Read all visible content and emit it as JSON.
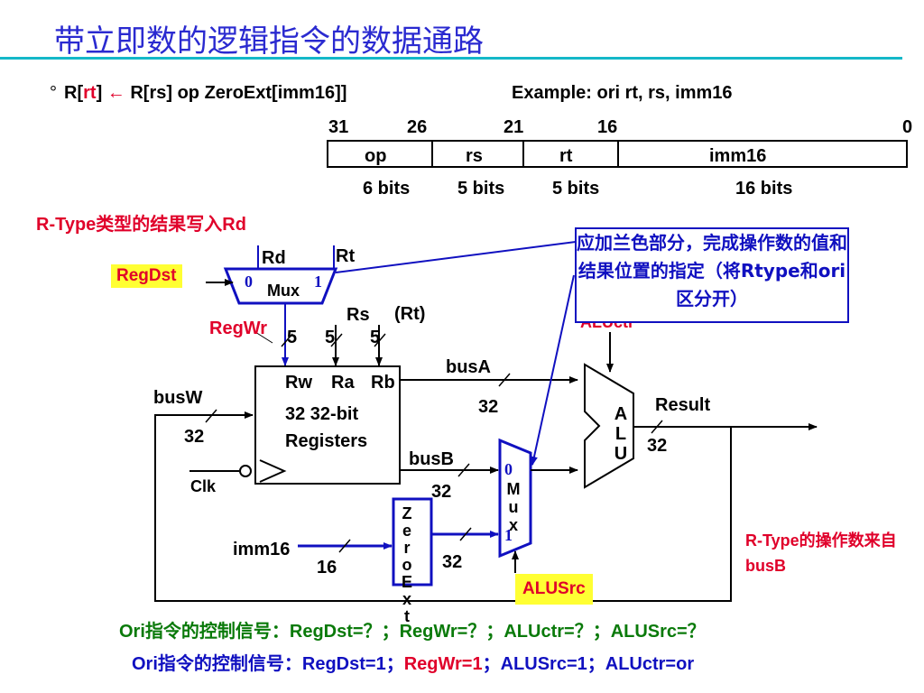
{
  "slide": {
    "title": "带立即数的逻辑指令的数据通路",
    "bullet_dot": "°",
    "rtl_prefix": "R[",
    "rtl_rt": "rt",
    "rtl_suffix": "]",
    "rtl_arrow": "←",
    "rtl_rhs": "R[rs] op ZeroExt[imm16]]",
    "example": "Example: ori    rt, rs, imm16"
  },
  "format": {
    "bit_positions": [
      "31",
      "26",
      "21",
      "16",
      "0"
    ],
    "fields": [
      "op",
      "rs",
      "rt",
      "imm16"
    ],
    "widths": [
      "6 bits",
      "5 bits",
      "5 bits",
      "16 bits"
    ]
  },
  "datapath": {
    "rtype_rd_note": "R-Type类型的结果写入Rd",
    "rd": "Rd",
    "rt": "Rt",
    "regdst": "RegDst",
    "mux_top": "Mux",
    "mux_top_0": "0",
    "mux_top_1": "1",
    "rs": "Rs",
    "rt_paren": "(Rt)",
    "regwr": "RegWr",
    "five": "5",
    "rw": "Rw",
    "ra": "Ra",
    "rb": "Rb",
    "reg_line1": "32 32-bit",
    "reg_line2": "Registers",
    "busw": "busW",
    "busa": "busA",
    "busb": "busB",
    "w32": "32",
    "clk": "Clk",
    "imm16": "imm16",
    "sixteen": "16",
    "zeroext": "ZeroExt",
    "mux_alu": "Mux",
    "mux_alu_0": "0",
    "mux_alu_1": "1",
    "alusrc": "ALUSrc",
    "alu": "ALU",
    "aluctr": "ALUctr",
    "result": "Result",
    "rtype_busb_note": "R-Type的操作数来自busB"
  },
  "callout": {
    "text": "应加兰色部分，完成操作数的值和结果位置的指定（将Rtype和ori区分开）"
  },
  "footer": {
    "question": "Ori指令的控制信号：RegDst=？；RegWr=？；ALUctr=？；ALUSrc=？",
    "answer_a": "Ori指令的控制信号：RegDst=1；",
    "answer_b": "RegWr=1",
    "answer_c": "；ALUSrc=1；ALUctr=or"
  },
  "colors": {
    "title": "#2a2ad0",
    "rule": "#14b8c8",
    "highlight_red": "#e0002a",
    "added_blue": "#1010c0",
    "control_yellow": "#ffff33"
  }
}
